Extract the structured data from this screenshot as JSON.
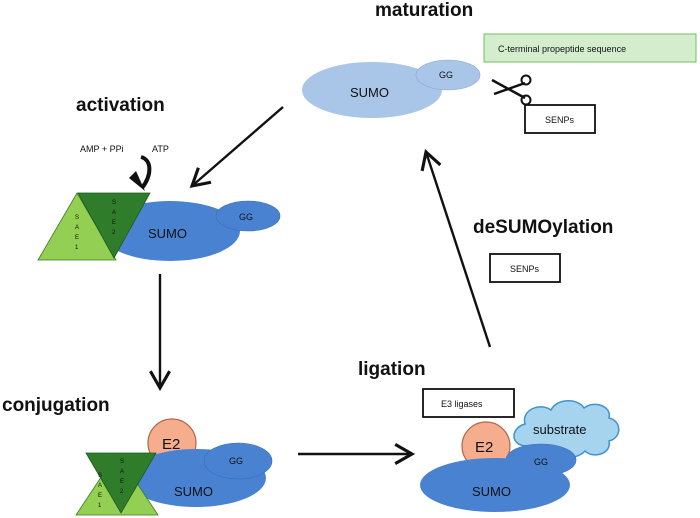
{
  "stages": {
    "maturation": "maturation",
    "activation": "activation",
    "conjugation": "conjugation",
    "ligation": "ligation",
    "desumoylation": "deSUMOylation"
  },
  "molecules": {
    "sumo": "SUMO",
    "gg": "GG",
    "e2": "E2",
    "substrate": "substrate",
    "sae1_letters": [
      "S",
      "A",
      "E",
      "1"
    ],
    "sae2_letters": [
      "S",
      "A",
      "E",
      "2"
    ]
  },
  "labels": {
    "amp_ppi": "AMP + PPi",
    "atp": "ATP",
    "propeptide": "C-terminal propeptide sequence",
    "senps_maturation": "SENPs",
    "senps_desumoylation": "SENPs",
    "e3_ligases": "E3 ligases"
  },
  "colors": {
    "sumo_light": "#a9c6e8",
    "sumo_dark": "#4a82d2",
    "sae1": "#93cf52",
    "sae2": "#2f7d2a",
    "e2": "#f5ad8d",
    "substrate": "#a6d3ee",
    "propeptide_fill": "#d4edcc",
    "propeptide_border": "#6fbf62"
  }
}
